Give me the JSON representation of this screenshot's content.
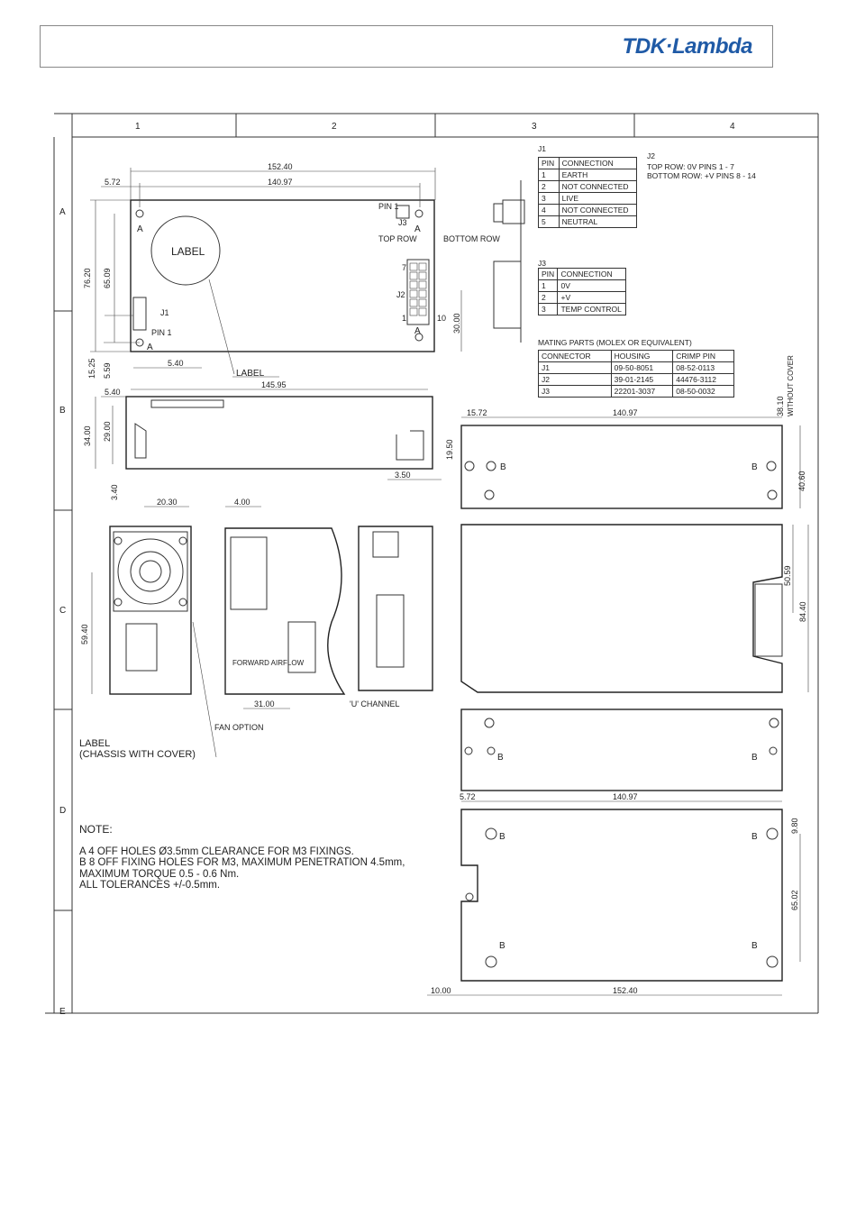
{
  "header": {
    "brand": "TDK·Lambda"
  },
  "frame": {
    "columns": [
      "1",
      "2",
      "3",
      "4"
    ],
    "rows": [
      "A",
      "B",
      "C",
      "D",
      "E"
    ]
  },
  "drawing": {
    "dims": {
      "overall_width": "152.40",
      "hole_pitch": "140.97",
      "left_offset": "5.72",
      "height_overall": "76.20",
      "height_holes": "65.09",
      "bottom_offset": "5.59",
      "bottom_edge": "15.25",
      "j1_offset": "5.40",
      "j2_height": "30.00",
      "side_width": "145.95",
      "side_offset": "5.40",
      "side_height": "34.00",
      "side_inner": "29.00",
      "side_base": "3.40",
      "side_right": "3.50",
      "fan_width": "20.30",
      "fan_height": "59.40",
      "fan_depth": "4.00",
      "fan_option_width": "31.00",
      "u_left": "15.72",
      "u_width": "140.97",
      "u_hole_height": "19.50",
      "u_height": "40.60",
      "u_cover_height": "38.10",
      "u_cover_label": "WITHOUT COVER",
      "end_h1": "50.59",
      "end_h2": "84.40",
      "bottom_left": "5.72",
      "bottom_width": "140.97",
      "bottom_top": "9.80",
      "bottom_pitch": "65.02",
      "bottom_base_left": "10.00",
      "bottom_base_width": "152.40"
    },
    "labels": {
      "label": "LABEL",
      "label_arrow": "LABEL",
      "hole_a": "A",
      "hole_b": "B",
      "pin1": "PIN 1",
      "j1": "J1",
      "j2": "J2",
      "j3": "J3",
      "top_row": "TOP ROW",
      "bottom_row": "BOTTOM ROW",
      "pin1_j1": "PIN 1",
      "pin_7": "7",
      "pin_1": "1",
      "pin_10": "10",
      "forward_airflow": "FORWARD AIRFLOW",
      "u_channel": "'U' CHANNEL",
      "fan_option": "FAN OPTION",
      "chassis_label_1": "LABEL",
      "chassis_label_2": "(CHASSIS WITH COVER)"
    }
  },
  "j1_table": {
    "title": "J1",
    "headers": [
      "PIN",
      "CONNECTION"
    ],
    "rows": [
      [
        "1",
        "EARTH"
      ],
      [
        "2",
        "NOT CONNECTED"
      ],
      [
        "3",
        "LIVE"
      ],
      [
        "4",
        "NOT CONNECTED"
      ],
      [
        "5",
        "NEUTRAL"
      ]
    ]
  },
  "j2_info": {
    "title": "J2",
    "line1": "TOP ROW: 0V        PINS 1 - 7",
    "line2": "BOTTOM ROW: +V   PINS 8 - 14"
  },
  "j3_table": {
    "title": "J3",
    "headers": [
      "PIN",
      "CONNECTION"
    ],
    "rows": [
      [
        "1",
        "0V"
      ],
      [
        "2",
        "+V"
      ],
      [
        "3",
        "TEMP CONTROL"
      ]
    ]
  },
  "mating_table": {
    "title": "MATING PARTS (MOLEX OR EQUIVALENT)",
    "headers": [
      "CONNECTOR",
      "HOUSING",
      "CRIMP PIN"
    ],
    "rows": [
      [
        "J1",
        "09-50-8051",
        "08-52-0113"
      ],
      [
        "J2",
        "39-01-2145",
        "44476-3112"
      ],
      [
        "J3",
        "22201-3037",
        "08-50-0032"
      ]
    ]
  },
  "notes": {
    "title": "NOTE:",
    "line1": "A 4 OFF HOLES Ø3.5mm CLEARANCE FOR M3 FIXINGS.",
    "line2": "B 8 OFF FIXING HOLES FOR M3, MAXIMUM PENETRATION 4.5mm,",
    "line3": "MAXIMUM TORQUE 0.5 - 0.6 Nm.",
    "line4": "ALL TOLERANCES +/-0.5mm."
  }
}
